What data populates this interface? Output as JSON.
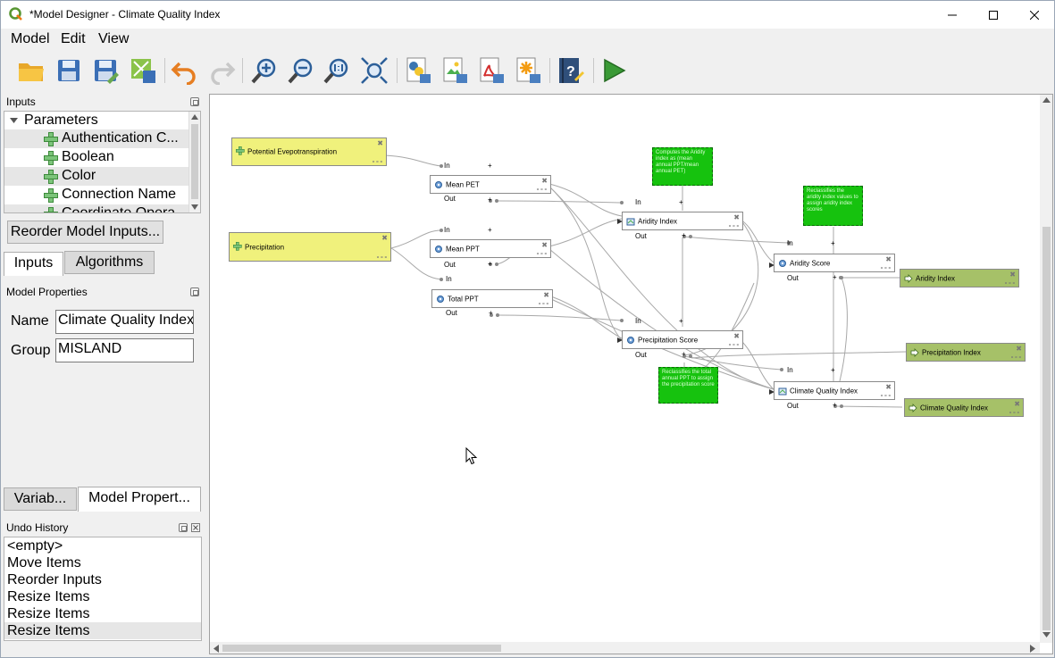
{
  "window": {
    "title": "*Model Designer - Climate Quality Index"
  },
  "menu": [
    "Model",
    "Edit",
    "View"
  ],
  "toolbar": {
    "icons": [
      "open-model-icon",
      "save-model-icon",
      "save-as-icon",
      "save-in-project-icon",
      "undo-icon",
      "redo-icon",
      "zoom-in-icon",
      "zoom-out-icon",
      "zoom-actual-icon",
      "zoom-full-icon",
      "export-python-icon",
      "export-image-icon",
      "export-pdf-icon",
      "export-svg-icon",
      "edit-help-icon",
      "run-model-icon"
    ]
  },
  "inputs_panel": {
    "title": "Inputs",
    "root": "Parameters",
    "items": [
      "Authentication C...",
      "Boolean",
      "Color",
      "Connection Name",
      "Coordinate Opera..."
    ],
    "reorder_button": "Reorder Model Inputs..."
  },
  "tabs": {
    "inputs": "Inputs",
    "algorithms": "Algorithms",
    "variables": "Variab...",
    "model_properties": "Model Propert..."
  },
  "model_properties": {
    "title": "Model Properties",
    "name_label": "Name",
    "name_value": "Climate Quality Index",
    "group_label": "Group",
    "group_value": "MISLAND"
  },
  "undo_history": {
    "title": "Undo History",
    "items": [
      "<empty>",
      "Move Items",
      "Reorder Inputs",
      "Resize Items",
      "Resize Items",
      "Resize Items"
    ]
  },
  "canvas": {
    "inputs": {
      "pet": "Potential Evepotranspiration",
      "precip": "Precipitation"
    },
    "algorithms": {
      "mean_pet": "Mean PET",
      "mean_ppt": "Mean PPT",
      "total_ppt": "Total PPT",
      "aridity_index": "Aridity Index",
      "aridity_score": "Aridity Score",
      "precip_score": "Precipitation Score",
      "cqi": "Climate Quality Index"
    },
    "outputs": {
      "aridity": "Aridity Index",
      "precip": "Precipitation Index",
      "cqi": "Climate Quality Index"
    },
    "comments": {
      "c1": "Computes the Aridity index as (mean annual PPT/mean annual PET)",
      "c2": "Reclassifies the aridity index values to assign aridity index scores",
      "c3": "Reclassifies the total annual PPT to assign the precipitation score"
    },
    "port_in": "In",
    "port_out": "Out",
    "plus": "+",
    "close": "✖",
    "dots": "∘∘∘"
  }
}
